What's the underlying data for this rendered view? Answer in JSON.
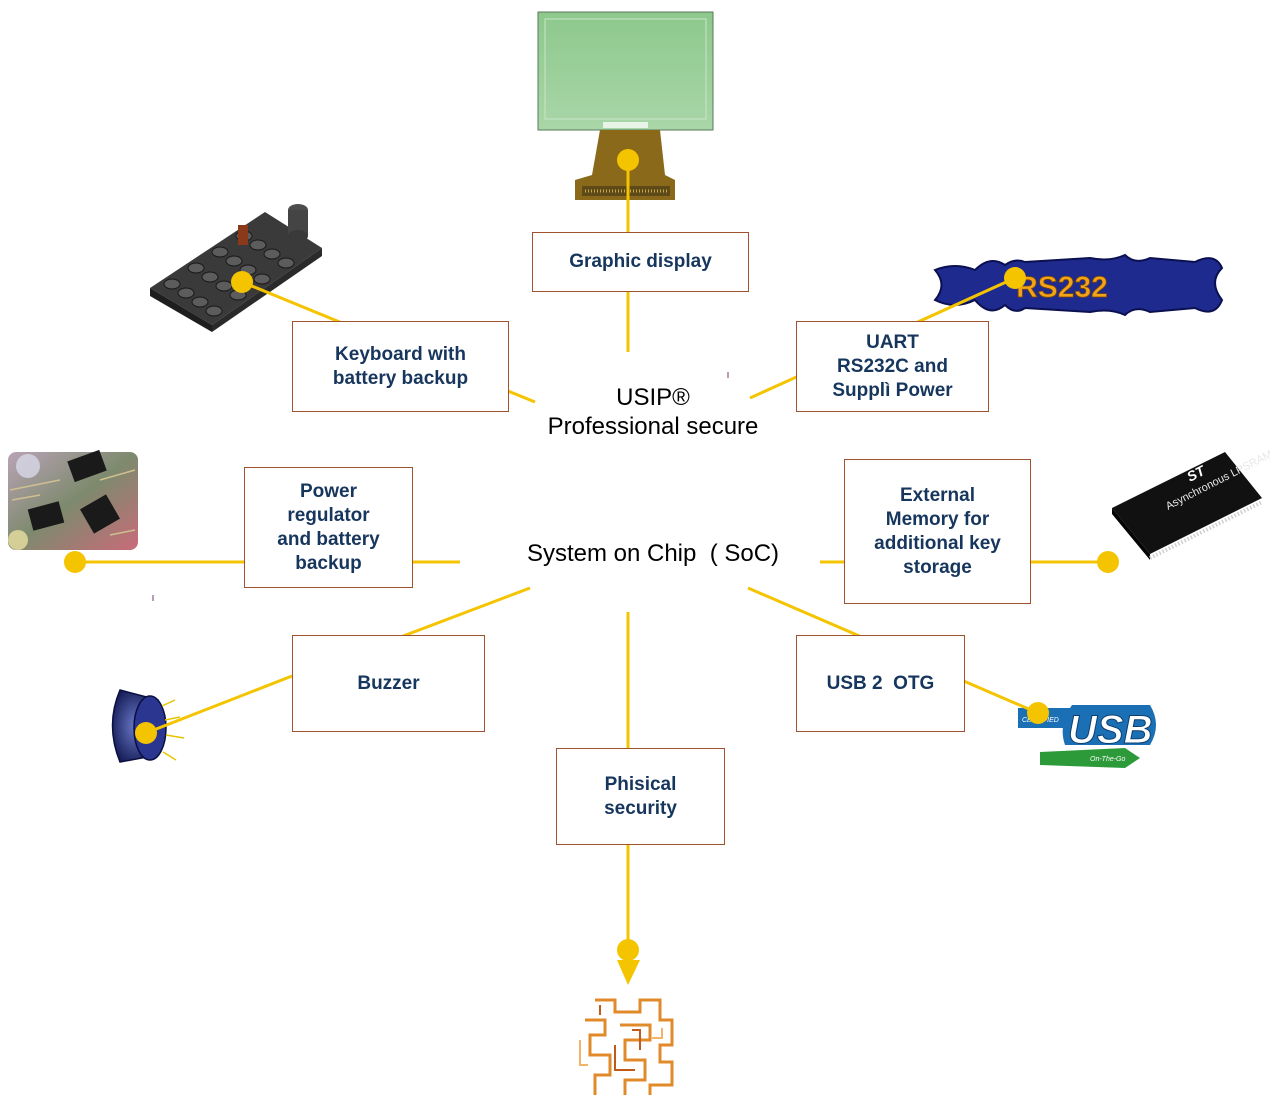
{
  "center": {
    "usip_line1": "USIP®",
    "usip_line2": "Professional secure",
    "soc": "System on Chip  ( SoC)"
  },
  "boxes": {
    "graphic_display": [
      "Graphic display"
    ],
    "keyboard": [
      "Keyboard with",
      "battery backup"
    ],
    "uart": [
      "UART",
      "RS232C and",
      "Supplì Power"
    ],
    "power": [
      "Power",
      "regulator",
      "and battery",
      "backup"
    ],
    "external_memory": [
      "External",
      "Memory for",
      "additional key",
      "storage"
    ],
    "buzzer": [
      "Buzzer"
    ],
    "usb": [
      "USB 2  OTG"
    ],
    "physical_security": [
      "Phisical",
      "security"
    ]
  },
  "images": {
    "rs232_label": "RS232",
    "usb_label": "USB",
    "usb_certified": "CERTIFIED",
    "usb_otg": "On-The-Go",
    "sram_text": "Asynchronous LPSRAM",
    "st_logo": "ST"
  },
  "colors": {
    "connector": "#f5c400",
    "box_border": "#a0522d",
    "box_text": "#17365d"
  }
}
